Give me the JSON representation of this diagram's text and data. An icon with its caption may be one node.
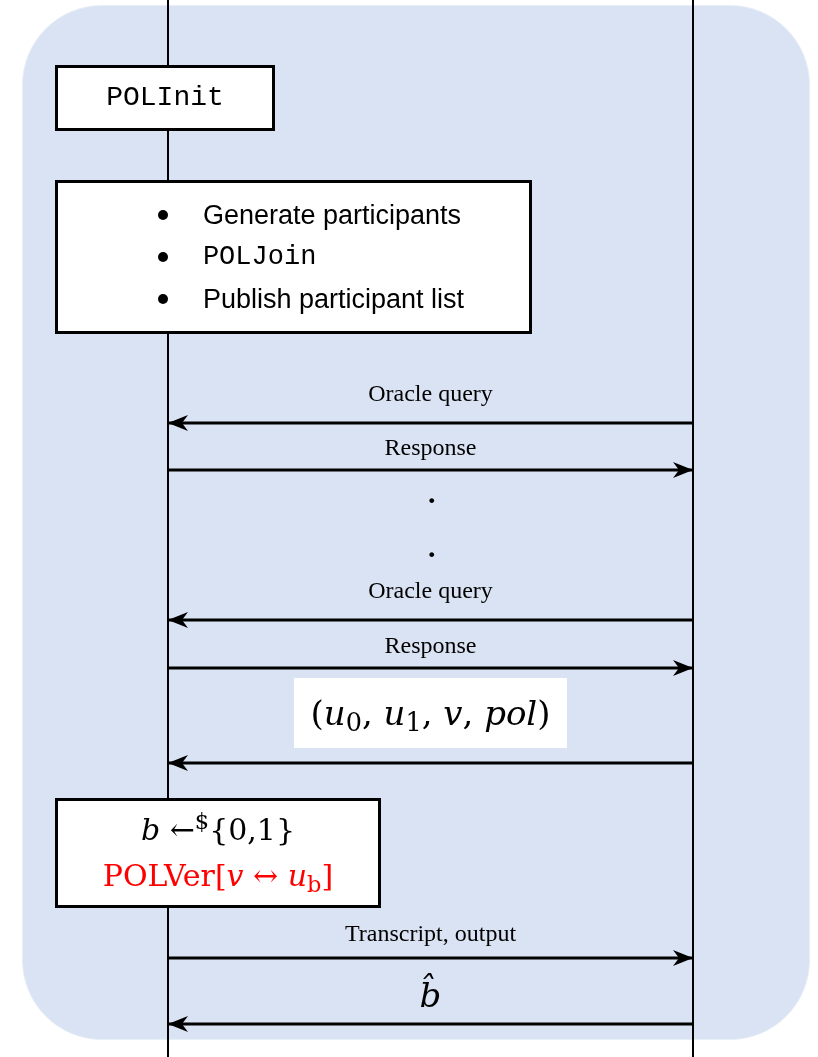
{
  "diagram": {
    "nodes": [
      {
        "text": [],
        "shape": "line"
      },
      {
        "text": [],
        "shape": "line"
      },
      {
        "text": [
          "POLInit"
        ]
      },
      {
        "text": [
          "Generate participants",
          "POLJoin",
          "Publish participant list"
        ]
      },
      {
        "text": [
          "*b* ←$^{$}${0,1}",
          "POLVer[*v* ↔ *u*$_{b}$]"
        ]
      }
    ],
    "edges": [
      {
        "from": 1,
        "to": 0,
        "arrow": "to",
        "label": "Oracle query"
      },
      {
        "from": 0,
        "to": 1,
        "arrow": "to",
        "label": "Response"
      },
      {
        "from": 1,
        "to": 0,
        "arrow": "to",
        "label": "Oracle query"
      },
      {
        "from": 0,
        "to": 1,
        "arrow": "to",
        "label": "Response"
      },
      {
        "from": 1,
        "to": 0,
        "arrow": "to",
        "label": "(*u*$_{0}$, *u*$_{1}$, *v*, *pol*)"
      },
      {
        "from": 0,
        "to": 1,
        "arrow": "to",
        "label": "Transcript, output"
      },
      {
        "from": 1,
        "to": 0,
        "arrow": "to",
        "label": "*b̂*"
      }
    ],
    "labels": [
      ".",
      "."
    ]
  }
}
